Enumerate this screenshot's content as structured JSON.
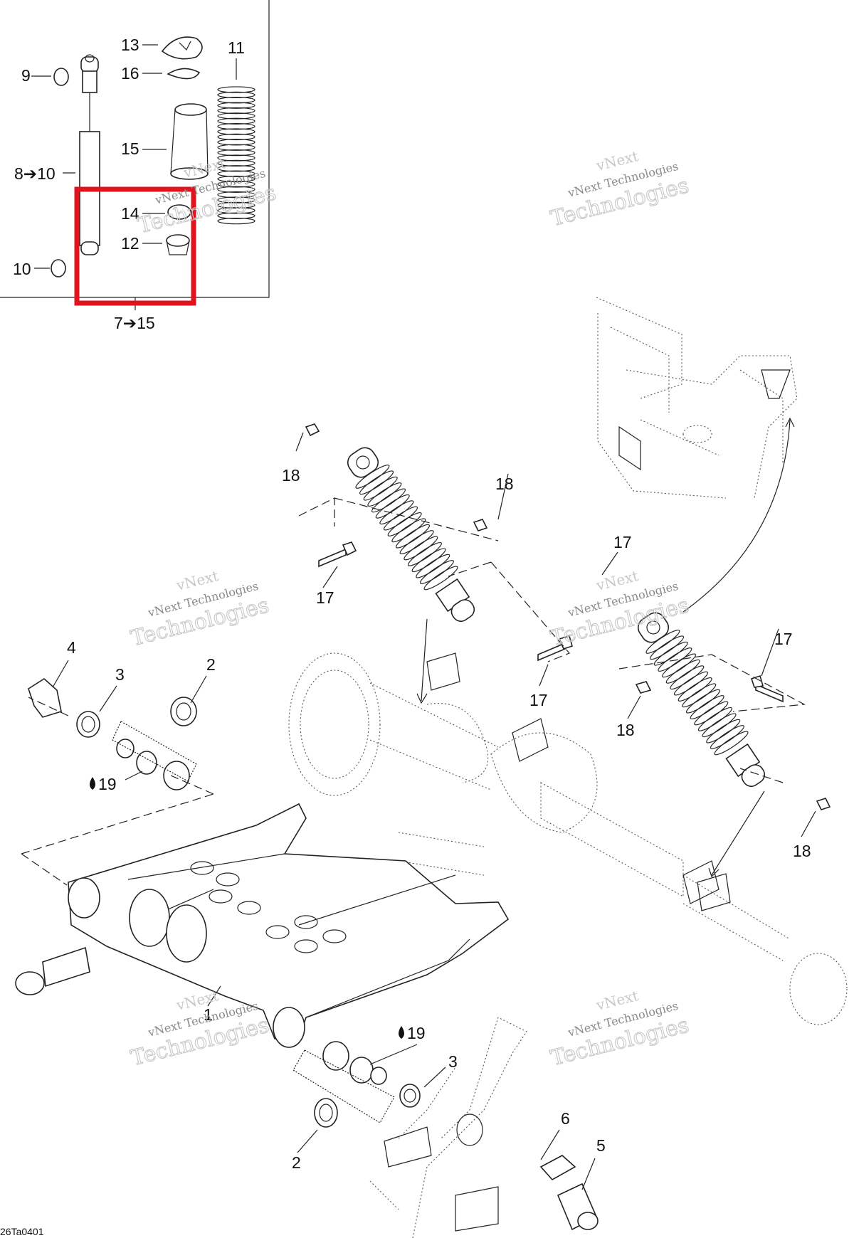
{
  "drawing_code": "26Ta0401",
  "accent_color": "#e0141e",
  "watermark": {
    "line1": "vNext",
    "line2": "vNext Technologies",
    "line3": "Technologies"
  },
  "callouts": {
    "c13": "13",
    "c16": "16",
    "c11": "11",
    "c9": "9",
    "c15": "15",
    "c8_10": "8➔10",
    "c14": "14",
    "c12": "12",
    "c10": "10",
    "c7_15": "7➔15",
    "c18a": "18",
    "c18b": "18",
    "c17a": "17",
    "c17b": "17",
    "c17c": "17",
    "c17d": "17",
    "c18c": "18",
    "c18d": "18",
    "c4": "4",
    "c3a": "3",
    "c2a": "2",
    "c19a": "19",
    "c1": "1",
    "c19b": "19",
    "c3b": "3",
    "c2b": "2",
    "c6": "6",
    "c5": "5"
  },
  "icons": {
    "grease": "grease-drop-icon"
  }
}
